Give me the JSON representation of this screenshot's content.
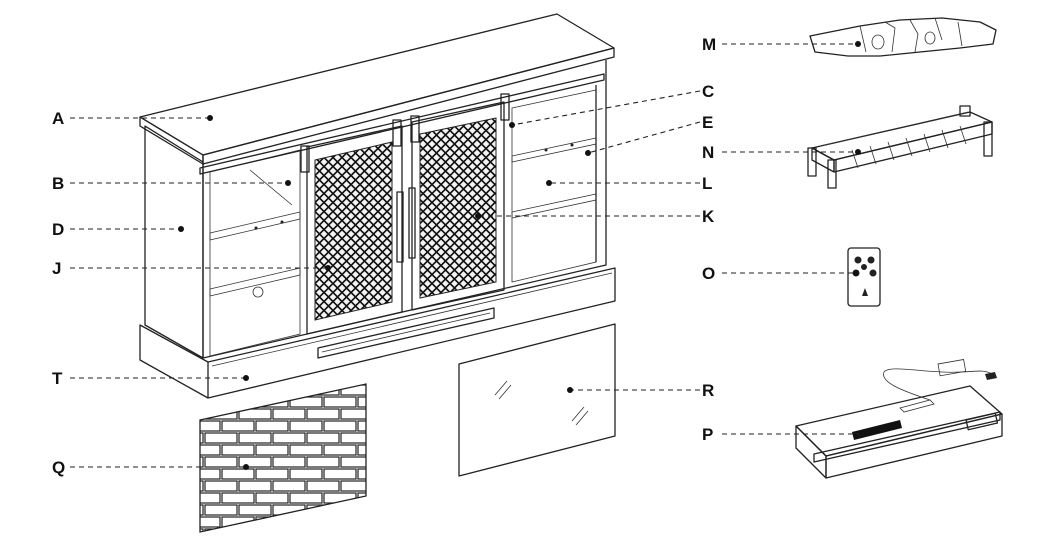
{
  "parts": [
    {
      "id": "A",
      "label": "A"
    },
    {
      "id": "B",
      "label": "B"
    },
    {
      "id": "D",
      "label": "D"
    },
    {
      "id": "J",
      "label": "J"
    },
    {
      "id": "T",
      "label": "T"
    },
    {
      "id": "Q",
      "label": "Q"
    },
    {
      "id": "C",
      "label": "C"
    },
    {
      "id": "E",
      "label": "E"
    },
    {
      "id": "L",
      "label": "L"
    },
    {
      "id": "K",
      "label": "K"
    },
    {
      "id": "M",
      "label": "M"
    },
    {
      "id": "N",
      "label": "N"
    },
    {
      "id": "O",
      "label": "O"
    },
    {
      "id": "R",
      "label": "R"
    },
    {
      "id": "P",
      "label": "P"
    }
  ]
}
